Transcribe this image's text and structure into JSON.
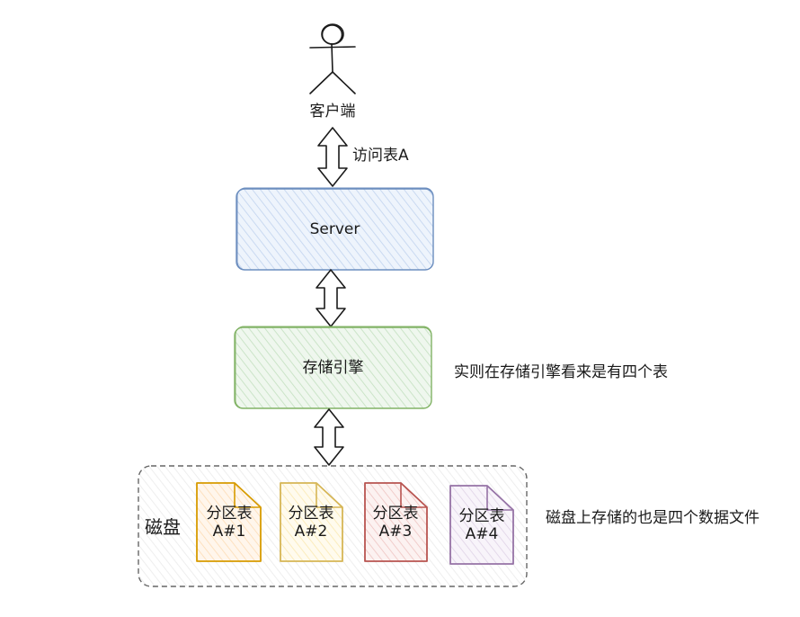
{
  "client": {
    "label": "客户端"
  },
  "request": {
    "label": "访问表A"
  },
  "server": {
    "label": "Server",
    "color": "#6c8ebf",
    "fill": "#dae8fc"
  },
  "engine": {
    "label": "存储引擎",
    "color": "#82b366",
    "fill": "#d5e8d4"
  },
  "engine_note": "实则在存储引擎看来是有四个表",
  "disk": {
    "label": "磁盘",
    "note": "磁盘上存储的也是四个数据文件",
    "border_color": "#666666"
  },
  "partitions": [
    {
      "line1": "分区表",
      "line2": "A#1",
      "color": "#d79b00",
      "fill": "#ffe6cc"
    },
    {
      "line1": "分区表",
      "line2": "A#2",
      "color": "#d6b656",
      "fill": "#fff2cc"
    },
    {
      "line1": "分区表",
      "line2": "A#3",
      "color": "#b85450",
      "fill": "#f8cecc"
    },
    {
      "line1": "分区表",
      "line2": "A#4",
      "color": "#9673a6",
      "fill": "#e1d5e7"
    }
  ]
}
